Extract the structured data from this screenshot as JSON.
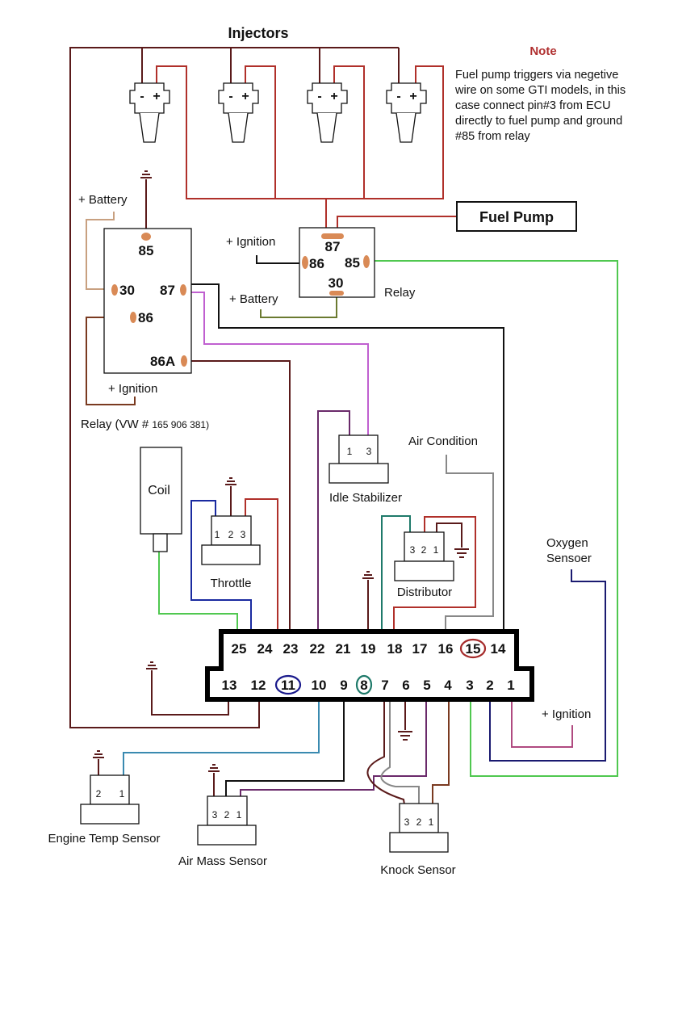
{
  "title": "Injectors",
  "note": {
    "heading": "Note",
    "lines": [
      "Fuel pump triggers via negetive",
      "wire on some GTI models, in this",
      "case connect pin#3 from ECU",
      "directly to fuel pump and ground",
      "#85 from relay"
    ]
  },
  "injectors": [
    {
      "minus": "-",
      "plus": "+"
    },
    {
      "minus": "-",
      "plus": "+"
    },
    {
      "minus": "-",
      "plus": "+"
    },
    {
      "minus": "-",
      "plus": "+"
    }
  ],
  "fuel_pump": {
    "label": "Fuel Pump"
  },
  "main_relay": {
    "pins": {
      "p85": "85",
      "p30": "30",
      "p87": "87",
      "p86": "86",
      "p86a": "86A"
    },
    "battery_label": "+ Battery",
    "ignition_label": "+ Ignition",
    "caption_prefix": "Relay (VW # ",
    "caption_part": "165 906 381)"
  },
  "fuel_relay": {
    "pins": {
      "p87": "87",
      "p86": "86",
      "p85": "85",
      "p30": "30"
    },
    "ignition_label": "+ Ignition",
    "battery_label": "+ Battery",
    "caption": "Relay"
  },
  "coil": {
    "label": "Coil"
  },
  "throttle": {
    "label": "Throttle",
    "pins": [
      "1",
      "2",
      "3"
    ]
  },
  "idle_stabilizer": {
    "label": "Idle Stabilizer",
    "pins": [
      "1",
      "3"
    ]
  },
  "air_condition": {
    "label": "Air Condition"
  },
  "distributor": {
    "label": "Distributor",
    "pins": [
      "3",
      "2",
      "1"
    ]
  },
  "oxygen_sensor": {
    "label_line1": "Oxygen",
    "label_line2": "Sensoer"
  },
  "ecu": {
    "top_row": [
      "25",
      "24",
      "23",
      "22",
      "21",
      "19",
      "18",
      "17",
      "16",
      "15",
      "14"
    ],
    "bottom_row": [
      "13",
      "12",
      "11",
      "10",
      "9",
      "8",
      "7",
      "6",
      "5",
      "4",
      "3",
      "2",
      "1"
    ],
    "highlighted": [
      {
        "pin": "15",
        "color": "#a52a2a"
      },
      {
        "pin": "11",
        "color": "#1a1a8c"
      },
      {
        "pin": "8",
        "color": "#1f7a6a"
      }
    ],
    "ignition_label": "+ Ignition"
  },
  "engine_temp_sensor": {
    "label": "Engine Temp Sensor",
    "pins": [
      "2",
      "1"
    ]
  },
  "air_mass_sensor": {
    "label": "Air Mass Sensor",
    "pins": [
      "3",
      "2",
      "1"
    ]
  },
  "knock_sensor": {
    "label": "Knock Sensor",
    "pins": [
      "3",
      "2",
      "1"
    ]
  },
  "wire_colors": {
    "dark_red": "#5a1a1a",
    "red": "#b0302a",
    "brown": "#7a3a20",
    "tan": "#c8a080",
    "black": "#111111",
    "violet": "#c060d0",
    "purple": "#6a2a6a",
    "green": "#50c850",
    "olive": "#6b7a30",
    "navy": "#1a1a70",
    "blue": "#1a2aa0",
    "teal": "#1f7a6a",
    "gray": "#888888",
    "cyan": "#3a8ab0",
    "pink": "#b04a80",
    "terminal": "#d98a56"
  },
  "wires": [
    {
      "id": "injector-ground-bus",
      "color": "dark_red"
    },
    {
      "id": "injector-positive-bus",
      "color": "red"
    },
    {
      "id": "relay-85-ground",
      "color": "dark_red"
    },
    {
      "id": "relay-30-battery",
      "color": "tan"
    },
    {
      "id": "relay-86-ignition",
      "color": "brown"
    },
    {
      "id": "relay-87-to-ecu14",
      "color": "black"
    },
    {
      "id": "relay-87-to-idle3",
      "color": "violet"
    },
    {
      "id": "relay-86a-to-ecu23",
      "color": "dark_red"
    },
    {
      "id": "fuel-relay-86-ignition",
      "color": "black"
    },
    {
      "id": "fuel-relay-30-battery",
      "color": "olive"
    },
    {
      "id": "fuel-relay-87-pump",
      "color": "red"
    },
    {
      "id": "fuel-relay-85-to-ecu3",
      "color": "green"
    },
    {
      "id": "idle1-to-ecu22",
      "color": "purple"
    },
    {
      "id": "coil-to-ecu25",
      "color": "green"
    },
    {
      "id": "throttle1-to-ecu11",
      "color": "blue"
    },
    {
      "id": "throttle2-ground",
      "color": "dark_red"
    },
    {
      "id": "throttle3-to-ecu15",
      "color": "red"
    },
    {
      "id": "ecu19-ground",
      "color": "dark_red"
    },
    {
      "id": "dist3-to-ecu8",
      "color": "teal"
    },
    {
      "id": "dist2-to-ecu18",
      "color": "red"
    },
    {
      "id": "dist1-ground",
      "color": "dark_red"
    },
    {
      "id": "ac-to-ecu16",
      "color": "gray"
    },
    {
      "id": "oxygen-to-ecu2",
      "color": "navy"
    },
    {
      "id": "ecu1-ignition",
      "color": "pink"
    },
    {
      "id": "ecu13-ground",
      "color": "dark_red"
    },
    {
      "id": "ecu12-bus",
      "color": "dark_red"
    },
    {
      "id": "ecu10-temp1",
      "color": "cyan"
    },
    {
      "id": "temp2-ground",
      "color": "dark_red"
    },
    {
      "id": "ecu9-airmass2",
      "color": "black"
    },
    {
      "id": "ecu5-airmass1",
      "color": "purple"
    },
    {
      "id": "airmass3-ground",
      "color": "dark_red"
    },
    {
      "id": "ecu6-ground",
      "color": "dark_red"
    },
    {
      "id": "ecu7-knock3",
      "color": "dark_red"
    },
    {
      "id": "ecu7b-knock2",
      "color": "gray"
    },
    {
      "id": "ecu4-knock1",
      "color": "brown"
    }
  ]
}
